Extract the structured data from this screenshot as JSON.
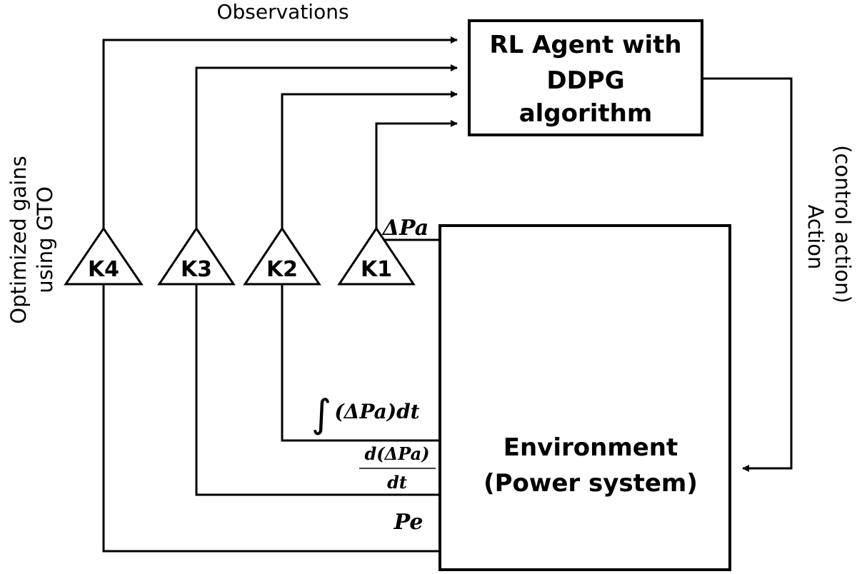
{
  "agent": {
    "line1": "RL Agent with",
    "line2": "DDPG",
    "line3": "algorithm"
  },
  "environment": {
    "line1": "Environment",
    "line2": "(Power system)"
  },
  "labels": {
    "observations": "Observations",
    "gains_line1": "Optimized gains",
    "gains_line2": "using GTO",
    "action_line1": "Action",
    "action_line2": "(control action)"
  },
  "gains": [
    "K4",
    "K3",
    "K2",
    "K1"
  ],
  "signals": {
    "delta_pa": "ΔPa",
    "integral_sign": "∫",
    "integral_body": "(ΔPa)dt",
    "deriv_num": "d(ΔPa)",
    "deriv_den": "dt",
    "pe": "Pe"
  }
}
